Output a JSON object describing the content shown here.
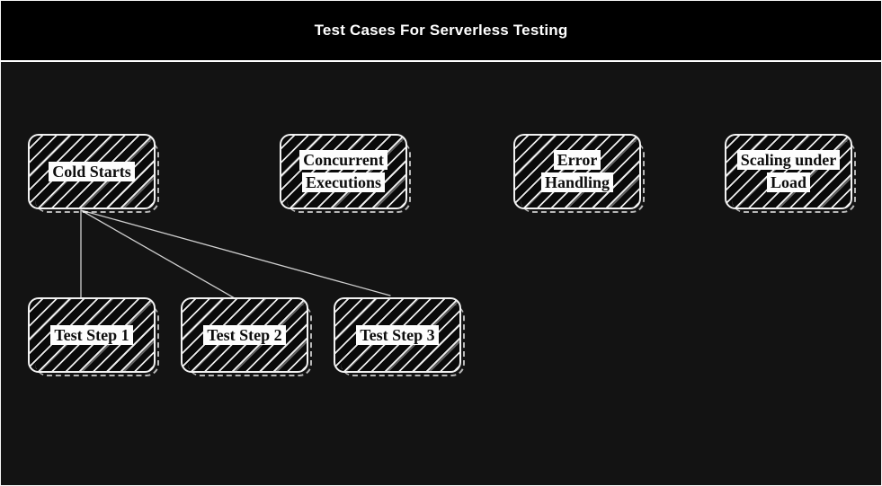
{
  "title": "Test Cases For Serverless Testing",
  "nodes": [
    {
      "id": "cold-starts",
      "label": "Cold Starts"
    },
    {
      "id": "concurrent-executions",
      "label": "Concurrent Executions"
    },
    {
      "id": "error-handling",
      "label": "Error Handling"
    },
    {
      "id": "scaling-under-load",
      "label": "Scaling under Load"
    },
    {
      "id": "test-step-1",
      "label": "Test Step 1"
    },
    {
      "id": "test-step-2",
      "label": "Test Step 2"
    },
    {
      "id": "test-step-3",
      "label": "Test Step 3"
    }
  ],
  "edges": [
    {
      "from": "Cold Starts",
      "to": "Test Step 1"
    },
    {
      "from": "Cold Starts",
      "to": "Test Step 2"
    },
    {
      "from": "Cold Starts",
      "to": "Test Step 3"
    }
  ],
  "colors": {
    "page_background": "#131313",
    "title_bar_background": "#000000",
    "title_text": "#ffffff",
    "node_border": "#f2f2f2",
    "node_hatch": "#ffffff",
    "label_background": "#fdfdfd",
    "label_text": "#0d0d0d",
    "edge_line": "#cfcfcf"
  }
}
